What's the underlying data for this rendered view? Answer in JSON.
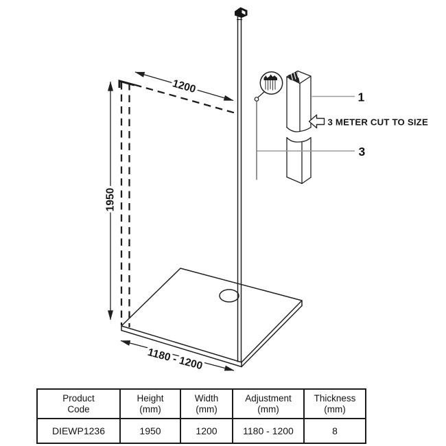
{
  "drawing": {
    "dim_height": "1950",
    "dim_width": "1200",
    "dim_adjustment": "1180 - 1200",
    "label_part1": "1",
    "label_part3": "3",
    "cut_note": "3 METER CUT TO SIZE",
    "colors": {
      "line": "#1f1f1f",
      "leader": "#9a9a9a",
      "background": "#ffffff"
    },
    "icons": {
      "cut_arrow": "left-outline-arrow",
      "detail_view": "magnifier-detail-circle",
      "ceiling_cap": "pole-top-cap"
    }
  },
  "spec_table": {
    "headers": [
      {
        "line1": "Product",
        "line2": "Code"
      },
      {
        "line1": "Height",
        "line2": "(mm)"
      },
      {
        "line1": "Width",
        "line2": "(mm)"
      },
      {
        "line1": "Adjustment",
        "line2": "(mm)"
      },
      {
        "line1": "Thickness",
        "line2": "(mm)"
      }
    ],
    "row": [
      "DIEWP1236",
      "1950",
      "1200",
      "1180 - 1200",
      "8"
    ]
  }
}
